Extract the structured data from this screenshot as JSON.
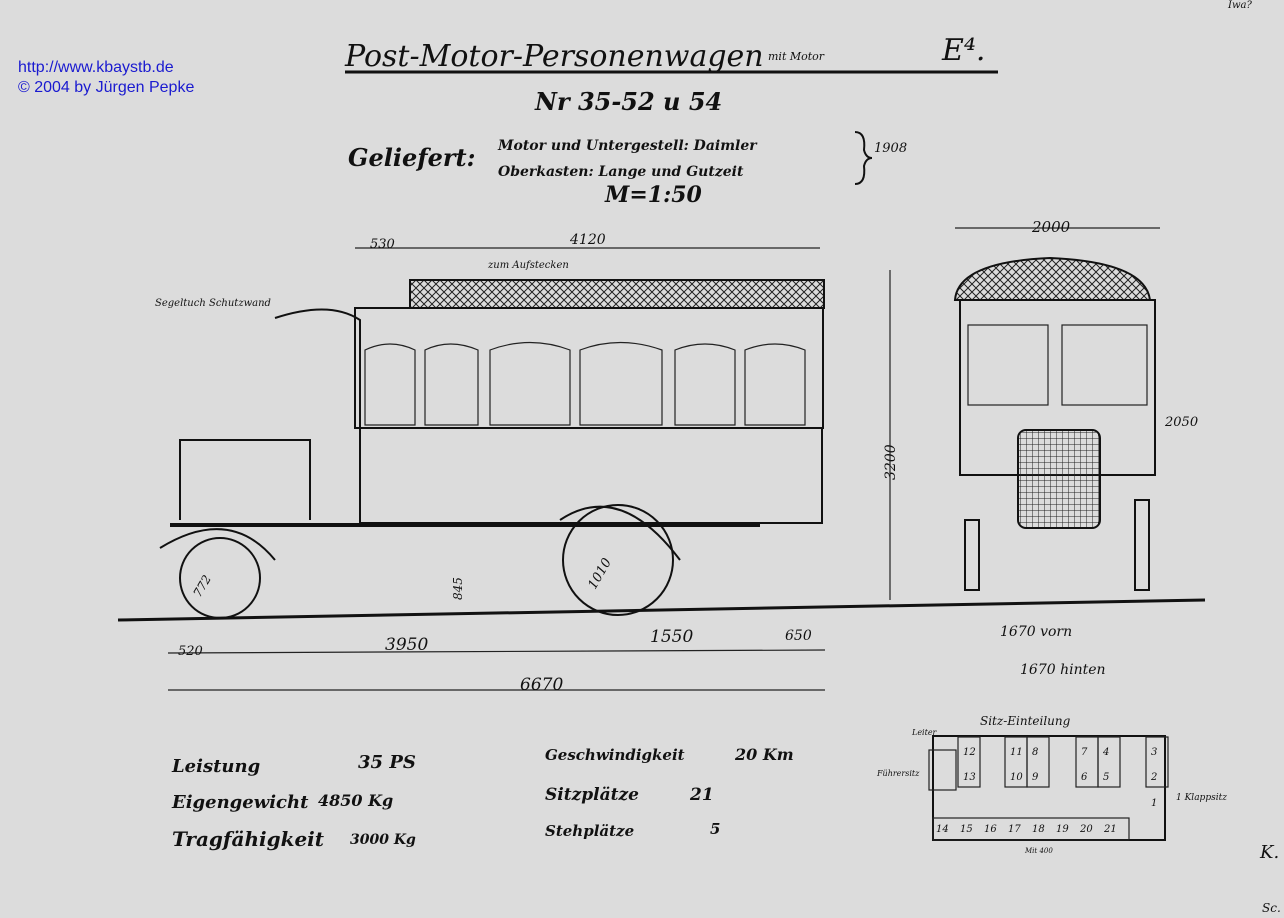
{
  "credits": {
    "url": "http://www.kbaystb.de",
    "copyright": "© 2004 by Jürgen Pepke"
  },
  "corner_mark": "Iwa?",
  "title": {
    "main": "Post-Motor-Personenwagen",
    "suffix": "mit Motor",
    "motor": "E⁴."
  },
  "numbers": "Nr 35-52 u 54",
  "delivered": {
    "label": "Geliefert:",
    "line1": "Motor und Untergestell: Daimler",
    "line2": "Oberkasten: Lange und Gutzeit",
    "year": "1908"
  },
  "scale": "M=1:50",
  "side_view": {
    "dim_front_overhang": "530",
    "dim_roof": "4120",
    "roof_note": "zum Aufstecken",
    "canvas_note": "Segeltuch Schutzwand",
    "dim_height": "3200",
    "dim_floor": "845",
    "dim_front_wheel": "772",
    "dim_rear_wheel": "1010",
    "dim_front": "520",
    "dim_wheelbase": "3950",
    "dim_rear": "1550",
    "dim_tail": "650",
    "dim_total": "6670"
  },
  "front_view": {
    "dim_width": "2000",
    "dim_inner": "2050",
    "track_front": "1670 vorn",
    "track_rear": "1670 hinten"
  },
  "specs_left": [
    {
      "label": "Leistung",
      "value": "35 PS"
    },
    {
      "label": "Eigengewicht",
      "value": "4850 Kg"
    },
    {
      "label": "Tragfähigkeit",
      "value": "3000 Kg"
    }
  ],
  "specs_right": [
    {
      "label": "Geschwindigkeit",
      "value": "20 Km"
    },
    {
      "label": "Sitzplätze",
      "value": "21"
    },
    {
      "label": "Stehplätze",
      "value": "5"
    }
  ],
  "seating": {
    "title": "Sitz-Einteilung",
    "ladder": "Leiter",
    "driver": "Führersitz",
    "folding": "1 Klappsitz",
    "bottom_note": "Mit 400",
    "seats_top": [
      "12",
      "13",
      "11",
      "10",
      "8",
      "9",
      "7",
      "6",
      "4",
      "5",
      "3",
      "2"
    ],
    "seat_one": "1",
    "seats_bottom": [
      "14",
      "15",
      "16",
      "17",
      "18",
      "19",
      "20",
      "21"
    ]
  },
  "signature": {
    "k": "K.",
    "sc": "Sc."
  }
}
